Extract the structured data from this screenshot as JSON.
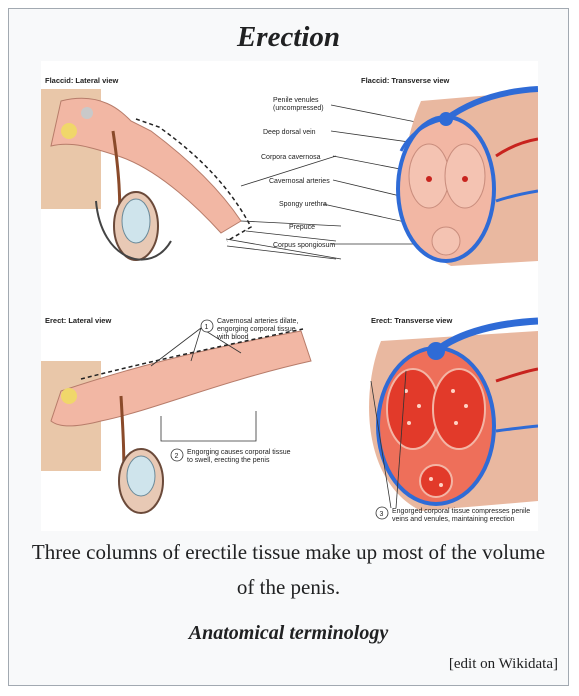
{
  "infobox": {
    "title": "Erection",
    "caption": "Three columns of erectile tissue make up most of the volume of the penis.",
    "terminology": "Anatomical terminology",
    "wikidata_link": "[edit on Wikidata]"
  },
  "figure": {
    "flaccid_lateral": "Flaccid: Lateral view",
    "flaccid_transverse": "Flaccid: Transverse view",
    "erect_lateral": "Erect: Lateral view",
    "erect_transverse": "Erect: Transverse view",
    "labels": {
      "penile_venules_1": "Penile venules",
      "penile_venules_2": "(uncompressed)",
      "deep_dorsal_vein": "Deep dorsal vein",
      "corpora_cavernosa": "Corpora cavernosa",
      "cavernosal_arteries": "Cavernosal arteries",
      "spongy_urethra": "Spongy urethra",
      "prepuce": "Prepuce",
      "corpus_spongiosum": "Corpus spongiosum",
      "step1_line1": "Cavernosal arteries dilate,",
      "step1_line2": "engorging corporal tissue",
      "step1_line3": "with blood",
      "step2_line1": "Engorging causes corporal tissue",
      "step2_line2": "to swell, erecting the penis",
      "step3_line1": "Engorged corporal tissue compresses penile",
      "step3_line2": "veins and venules, maintaining erection"
    },
    "colors": {
      "tissue": "#f2b7a4",
      "vein": "#2f6bd6",
      "artery": "#c8231e",
      "skin": "#e9c7a9"
    }
  }
}
